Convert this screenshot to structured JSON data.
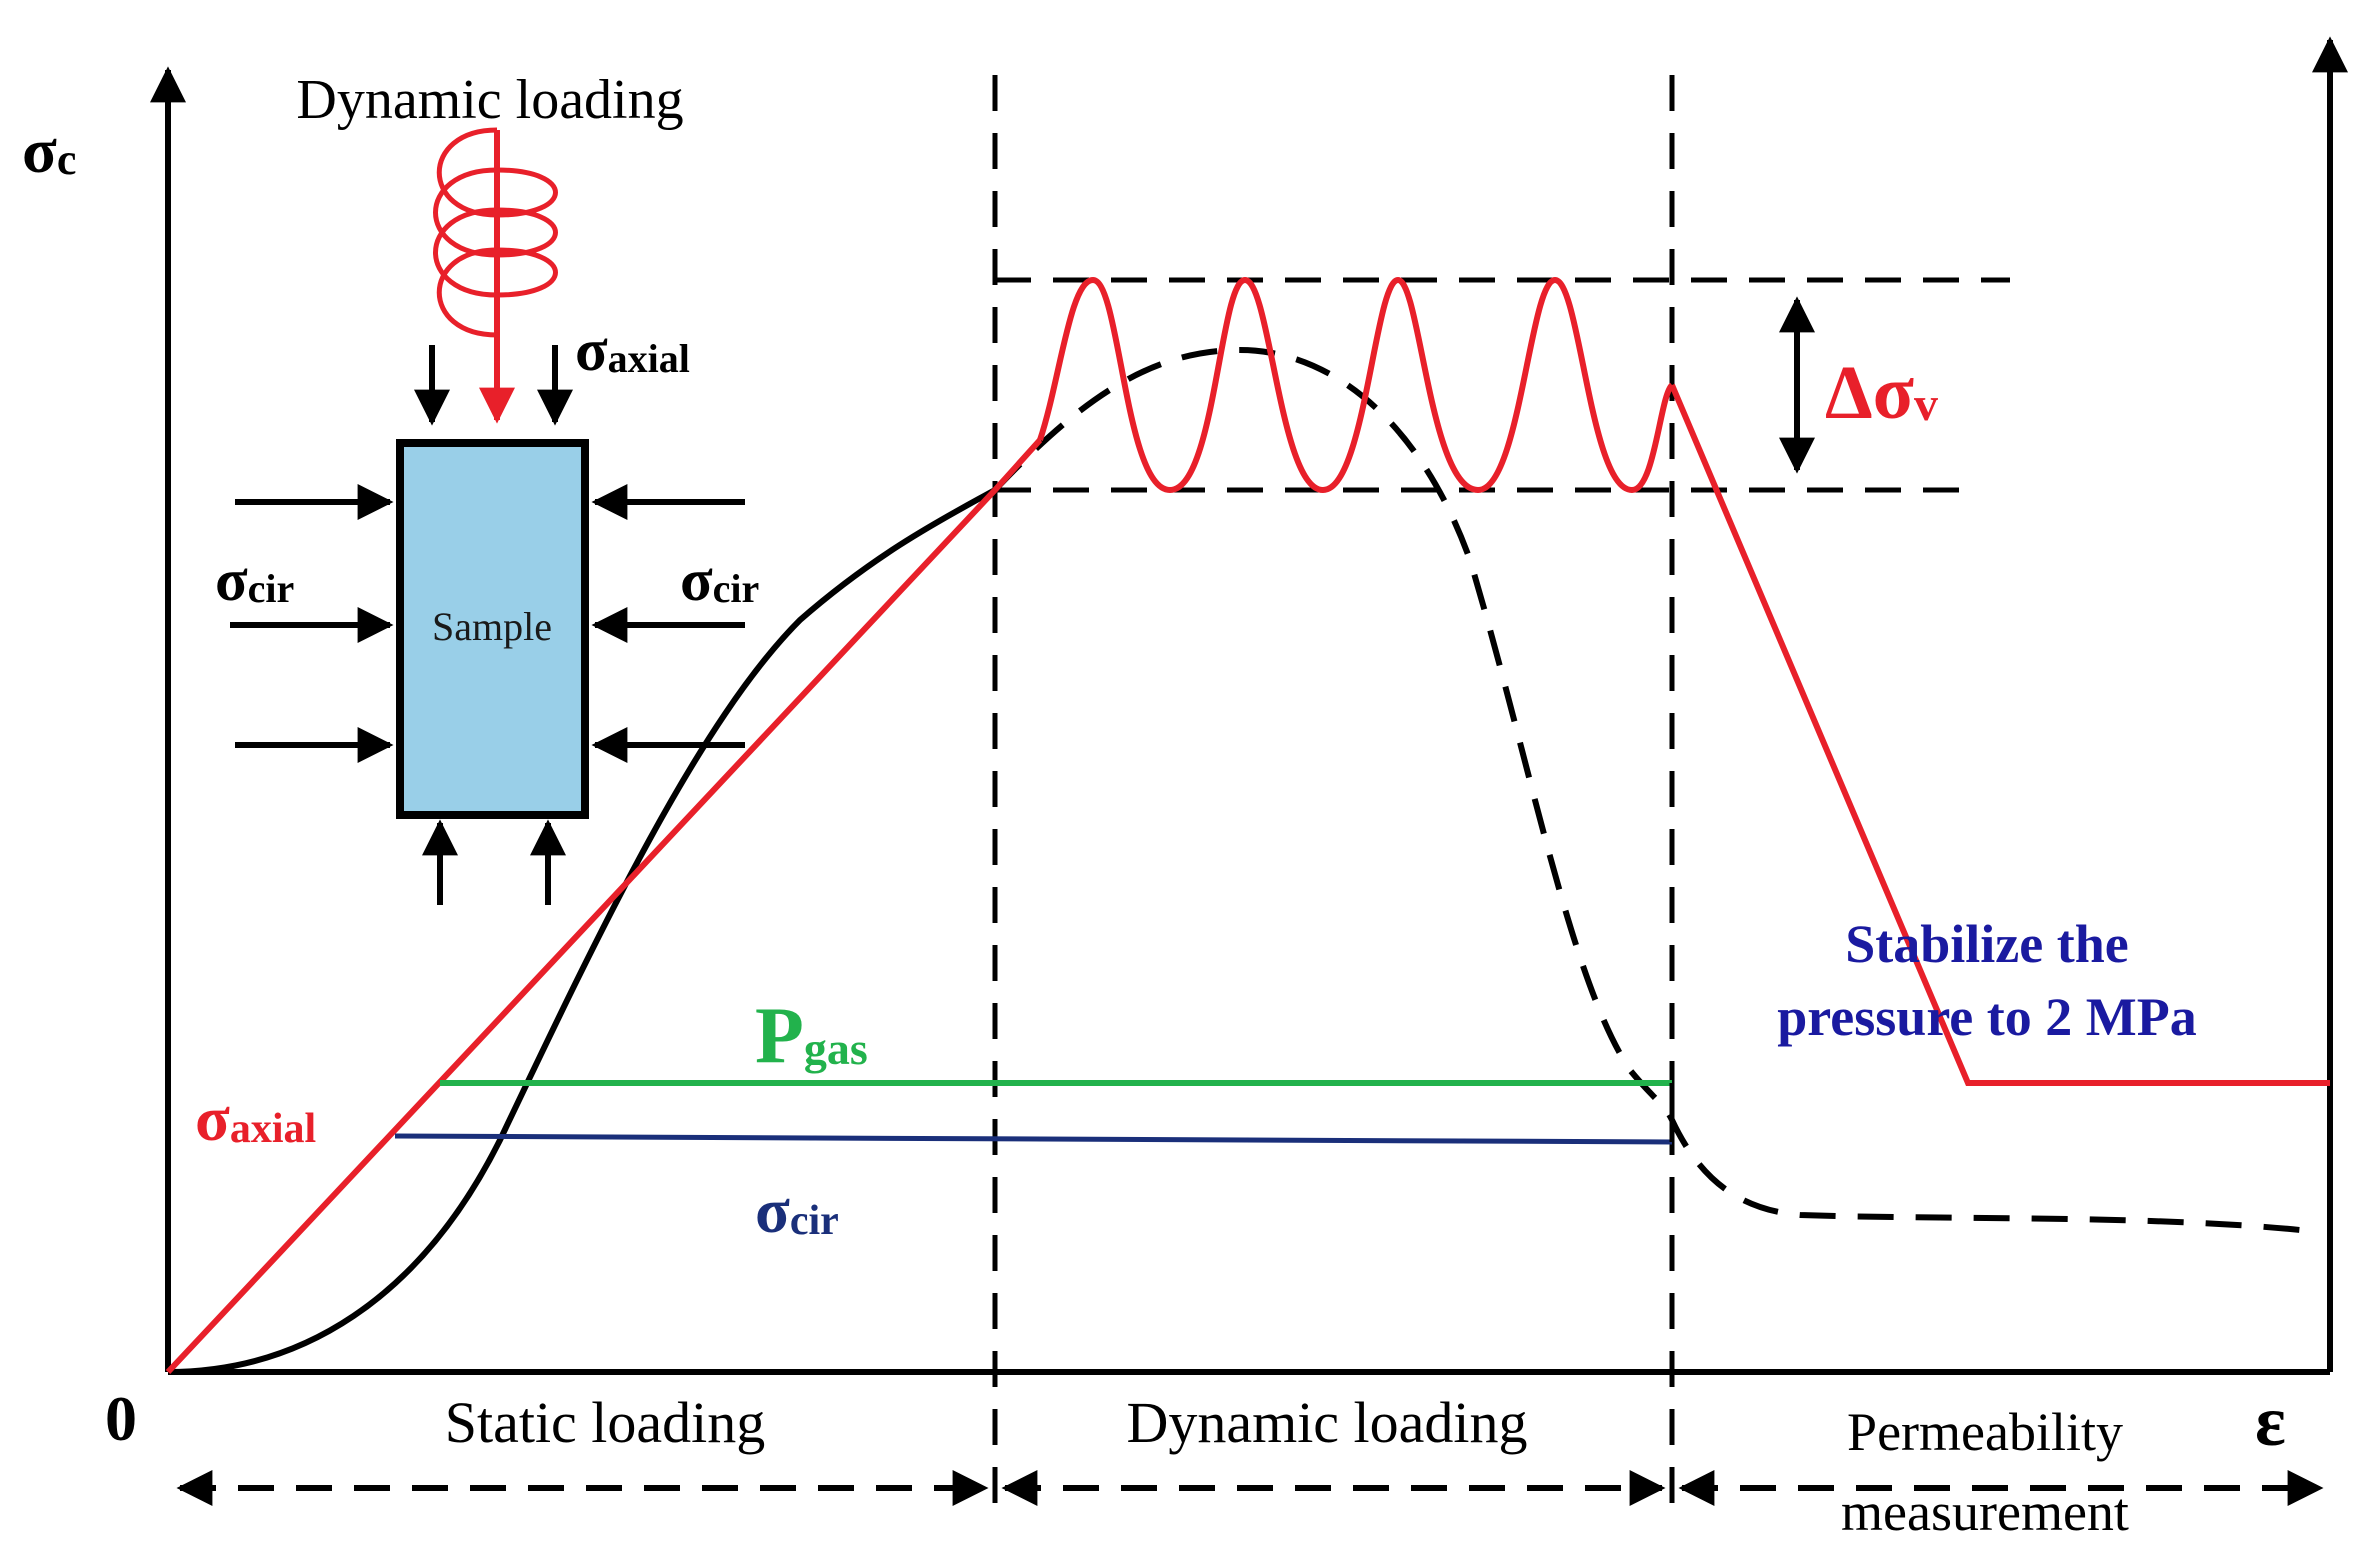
{
  "axes": {
    "y_symbol": "σ",
    "y_subscript": "c",
    "x_symbol": "ε",
    "origin": "0"
  },
  "inset": {
    "top_label": "Dynamic loading",
    "sample_label": "Sample",
    "axial_symbol": "σ",
    "axial_subscript": "axial",
    "cir_symbol": "σ",
    "cir_subscript": "cir"
  },
  "curves": {
    "delta_label": "Δσ",
    "delta_subscript": "v",
    "pgas_symbol": "P",
    "pgas_subscript": "gas",
    "axial_symbol": "σ",
    "axial_subscript": "axial",
    "cir_symbol": "σ",
    "cir_subscript": "cir"
  },
  "annotation": {
    "line1": "Stabilize the",
    "line2": "pressure to 2 MPa"
  },
  "phases": [
    {
      "label": "Static loading"
    },
    {
      "label": "Dynamic loading"
    },
    {
      "label_line1": "Permeability",
      "label_line2": "measurement"
    }
  ],
  "colors": {
    "axial_red": "#e8202a",
    "gas_green": "#22b24c",
    "cir_blue": "#1a2f7a",
    "annotation_blue": "#1a1aa0",
    "sample_fill": "#99cfe8",
    "ink": "#000000"
  }
}
